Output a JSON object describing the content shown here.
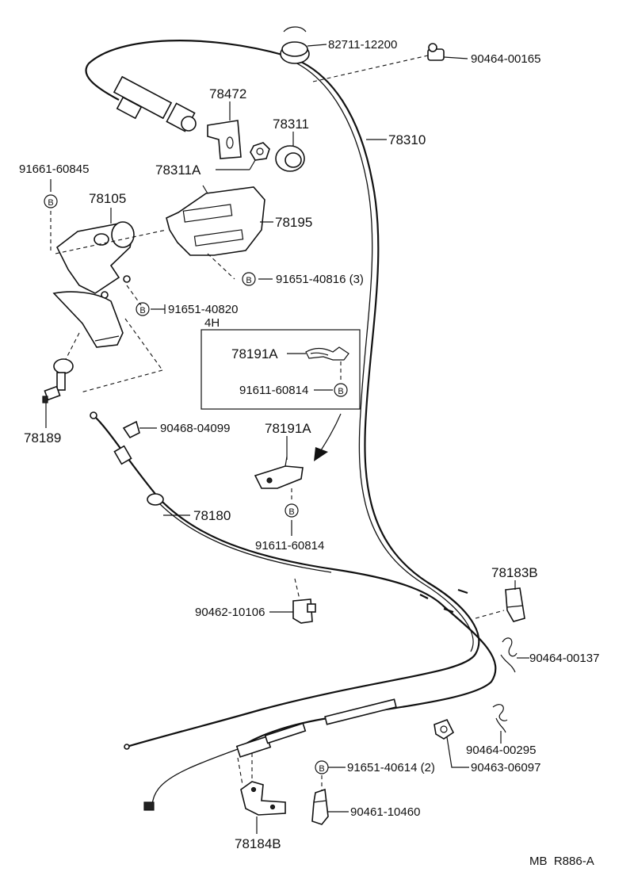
{
  "parts": {
    "p82711": "82711-12200",
    "p90464_165": "90464-00165",
    "p78472": "78472",
    "p78311": "78311",
    "p78310": "78310",
    "p78311A": "78311A",
    "p91661": "91661-60845",
    "p78105": "78105",
    "p78195": "78195",
    "p91651_816": "91651-40816 (3)",
    "p91651_820": "91651-40820",
    "p4H": "4H",
    "p78191A_box": "78191A",
    "p91611_box": "91611-60814",
    "p78189": "78189",
    "p90468": "90468-04099",
    "p78191A": "78191A",
    "p78180": "78180",
    "p91611": "91611-60814",
    "p78183B": "78183B",
    "p90462": "90462-10106",
    "p90464_137": "90464-00137",
    "p90464_295": "90464-00295",
    "p91651_614": "91651-40614 (2)",
    "p90463": "90463-06097",
    "p90461": "90461-10460",
    "p78184B": "78184B"
  },
  "bolt_marker": "B",
  "footer": "MB  R886-A"
}
